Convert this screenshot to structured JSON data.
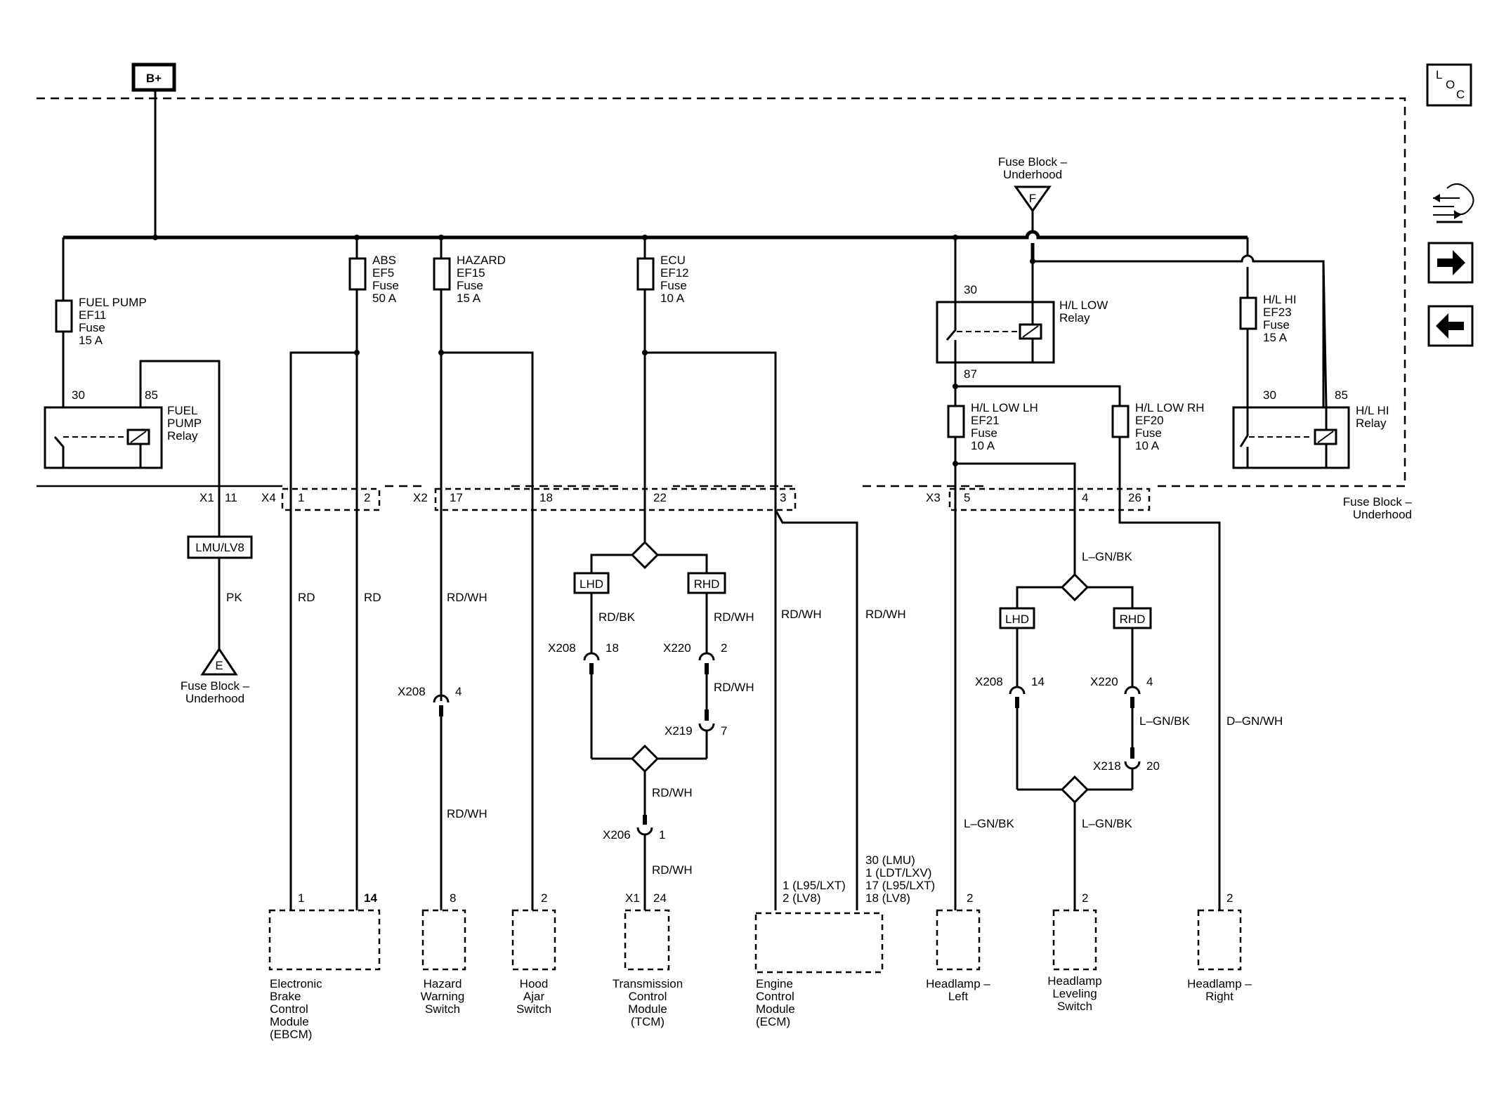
{
  "power": {
    "bplus": "B+"
  },
  "loc_button": {
    "l": "L",
    "o": "O",
    "c": "C"
  },
  "fuse_block": {
    "top_title1": "Fuse Block –",
    "top_title2": "Underhood",
    "top_connector": "F",
    "bottom_title1": "Fuse Block –",
    "bottom_title2": "Underhood",
    "e_title1": "Fuse Block –",
    "e_title2": "Underhood",
    "e_connector": "E"
  },
  "fuses": {
    "fuel_pump": [
      "FUEL PUMP",
      "EF11",
      "Fuse",
      "15 A"
    ],
    "abs": [
      "ABS",
      "EF5",
      "Fuse",
      "50 A"
    ],
    "hazard": [
      "HAZARD",
      "EF15",
      "Fuse",
      "15 A"
    ],
    "ecu": [
      "ECU",
      "EF12",
      "Fuse",
      "10 A"
    ],
    "hl_low_lh": [
      "H/L LOW LH",
      "EF21",
      "Fuse",
      "10 A"
    ],
    "hl_low_rh": [
      "H/L LOW RH",
      "EF20",
      "Fuse",
      "10 A"
    ],
    "hl_hi": [
      "H/L HI",
      "EF23",
      "Fuse",
      "15 A"
    ]
  },
  "relays": {
    "fuel_pump": {
      "label": [
        "FUEL",
        "PUMP",
        "Relay"
      ],
      "pin_a": "30",
      "pin_b": "85"
    },
    "hl_low": {
      "label": [
        "H/L LOW",
        "Relay"
      ],
      "pin_a": "30",
      "pin_b": "87"
    },
    "hl_hi": {
      "label": [
        "H/L HI",
        "Relay"
      ],
      "pin_a": "30",
      "pin_b": "85"
    }
  },
  "connectors": {
    "x1": "X1",
    "x1_pin": "11",
    "x4": "X4",
    "x4_pin1": "1",
    "x4_pin2": "2",
    "x2": "X2",
    "x2_pin1": "17",
    "x2_pin2": "18",
    "x2_pin3": "22",
    "x2_pin4": "3",
    "x3": "X3",
    "x3_pin1": "5",
    "x3_pin2": "4",
    "x3_pin3": "26"
  },
  "options": {
    "lmu_lv8": "LMU/LV8",
    "lhd": "LHD",
    "rhd": "RHD"
  },
  "wires": {
    "pk": "PK",
    "rd": "RD",
    "rd_wh": "RD/WH",
    "rd_bk": "RD/BK",
    "lgn_bk": "L–GN/BK",
    "dgn_wh": "D–GN/WH"
  },
  "inline": {
    "x208": "X208",
    "x220": "X220",
    "x219": "X219",
    "x206": "X206",
    "x218": "X218",
    "p18": "18",
    "p2": "2",
    "p4": "4",
    "p7": "7",
    "p1": "1",
    "p14": "14",
    "p20": "20"
  },
  "module_pins": {
    "ebcm_1": "1",
    "ebcm_14": "14",
    "hazard_8": "8",
    "hood_2": "2",
    "tcm_x1": "X1",
    "tcm_24": "24",
    "ecm_left": [
      "1 (L95/LXT)",
      "2 (LV8)"
    ],
    "ecm_right": [
      "30 (LMU)",
      "1 (LDT/LXV)",
      "17 (L95/LXT)",
      "18 (LV8)"
    ],
    "hl_left_2": "2",
    "leveling_2": "2",
    "hl_right_2": "2"
  },
  "modules": {
    "ebcm": [
      "Electronic",
      "Brake",
      "Control",
      "Module",
      "(EBCM)"
    ],
    "hazard_switch": [
      "Hazard",
      "Warning",
      "Switch"
    ],
    "hood_switch": [
      "Hood",
      "Ajar",
      "Switch"
    ],
    "tcm": [
      "Transmission",
      "Control",
      "Module",
      "(TCM)"
    ],
    "ecm": [
      "Engine",
      "Control",
      "Module",
      "(ECM)"
    ],
    "hl_left": [
      "Headlamp –",
      "Left"
    ],
    "leveling": [
      "Headlamp",
      "Leveling",
      "Switch"
    ],
    "hl_right": [
      "Headlamp –",
      "Right"
    ]
  }
}
